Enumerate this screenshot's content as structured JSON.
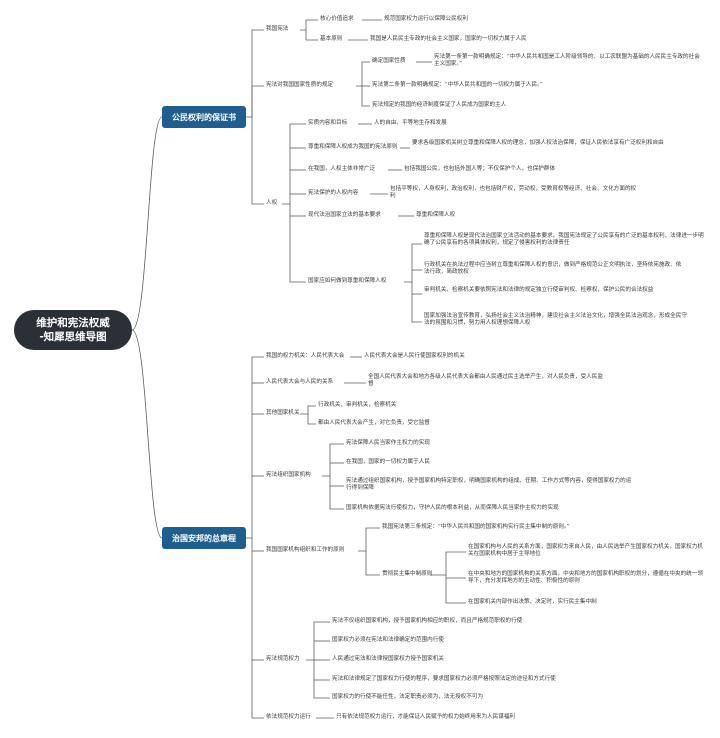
{
  "root": {
    "line1": "维护和宪法权威",
    "line2": "-知犀思维导图"
  },
  "branch1": {
    "label": "公民权利的保证书",
    "guojiaxingzhi": "我国宪法",
    "hexin": "核心价值追求",
    "hexin_d": "规范国家权力运行以保障公民权利",
    "jiben": "基本原则",
    "jiben_d": "我国是人民民主专政的社会主义国家，国家的一切权力属于人民",
    "xingzhi": "宪法对我国国家性质的规定",
    "xz1": "确定国家性质",
    "xz1_d": "宪法第一条第一款明确规定：“中华人民共和国是工人阶级领导的、以工农联盟为基础的人民民主专政的社会主义国家。”",
    "xz2": "宪法第二条第一款明确规定：“中华人民共和国的一切权力属于人民。”",
    "xz3": "宪法规定的我国的经济制度保证了人民成为国家的主人",
    "renquan": "人权",
    "r1": "实质内容和目标",
    "r1_d": "人的自由、平等地生存和发展",
    "r2": "尊重和保障人权成为我国的宪法原则",
    "r2_d": "要求各级国家机关树立尊重和保障人权的理念，加强人权法治保障，保证人民依法享有广泛权利和自由",
    "r3": "在我国，人权主体非常广泛",
    "r3_d": "包括我国公民，也包括外国人等；不仅保护个人，也保护群体",
    "r4": "宪法保护的人权内容",
    "r4_d": "包括平等权，人身权利，政治权利，也包括财产权，劳动权，受教育权等经济、社会、文化方面的权利",
    "r5": "现代法治国家立法的基本要求",
    "r5_d": "尊重和保障人权",
    "r6": "国家应如何做到尊重和保障人权",
    "r6_a": "尊重和保障人权是现代法治国家立法活动的基本要求。我国宪法规定了公民享有的广泛的基本权利，法律进一步明确了公民享有的各项具体权利，规定了侵害权利的法律责任",
    "r6_b": "行政机关在执法过程中应当树立尊重和保障人权的意识，做到严格规范公正文明执法，坚持依宪施政、依法行政，简政放权",
    "r6_c": "审判机关、检察机关要依照宪法和法律的规定独立行使审判权、检察权，保护公民的合法权益",
    "r6_d": "国家加强法治宣传教育，弘扬社会主义法治精神，建设社会主义法治文化，增强全民法治观念，形成全民守法的氛围和习惯，努力用人权理想保障人权"
  },
  "branch2": {
    "label": "治国安邦的总章程",
    "s1": "我国的权力机关：人民代表大会",
    "s1_d": "人民代表大会是人民行使国家权利的机关",
    "s2": "人民代表大会与人民的关系",
    "s2_d": "全国人民代表大会和地方各级人民代表大会都由人民通过民主选举产生，对人民负责，受人民监督",
    "s3": "其他国家机关",
    "s3_a": "行政机关，审判机关，检察机关",
    "s3_b": "都由人民代表大会产生，对它负责，受它监督",
    "s4": "宪法组织国家机构",
    "s4_a": "宪法保障人民当家作主权力的实现",
    "s4_b": "在我国，国家的一切权力属于人民",
    "s4_c": "宪法通过组织国家机构，授予国家机构特定职权，明确国家机构的组成、任期、工作方式等内容，使得国家权力的运行得到保障",
    "s4_d": "国家机构依据宪法行使权力，守护人民的根本利益，从而保障人民当家作主权力的实现",
    "s5": "我国国家机构组织和工作的原则",
    "s5_a": "我国宪法第三条规定：“中华人民共和国的国家机构实行民主集中制的原则。”",
    "s5_b": "贯彻民主集中制原则",
    "s5_b1": "在国家机构与人民的关系方面，国家权力来自人民，由人民选举产生国家权力机关，国家权力机关在国家机构中居于主导地位",
    "s5_b2": "在中央和地方的国家机构的关系方面，中央和地方的国家机构职权的划分，遵循在中央的统一领导下，充分发挥地方的主动性、积极性的原则",
    "s5_b3": "在国家机关内部作出决策、决定时，实行民主集中制",
    "s6": "宪法规范权力",
    "s6_a": "宪法不仅组织国家机构，授予国家机构相应的职权，而且严格规范职权的行使",
    "s6_b": "国家权力必须在宪法和法律确定的范围内行使",
    "s6_c": "人民通过宪法和法律授国家权力授予国家机关",
    "s6_d": "宪法和法律规定了国家权力行使的程序，要求国家权力必须严格按照法定的途径和方式行使",
    "s6_e": "国家权力的行使不能任性，法定职责必须为，法无授权不可为",
    "s7": "依法规范权力运行",
    "s7_d": "只有依法规范权力运行，才能保证人民赋予的权力始终用来为人民谋福利"
  }
}
